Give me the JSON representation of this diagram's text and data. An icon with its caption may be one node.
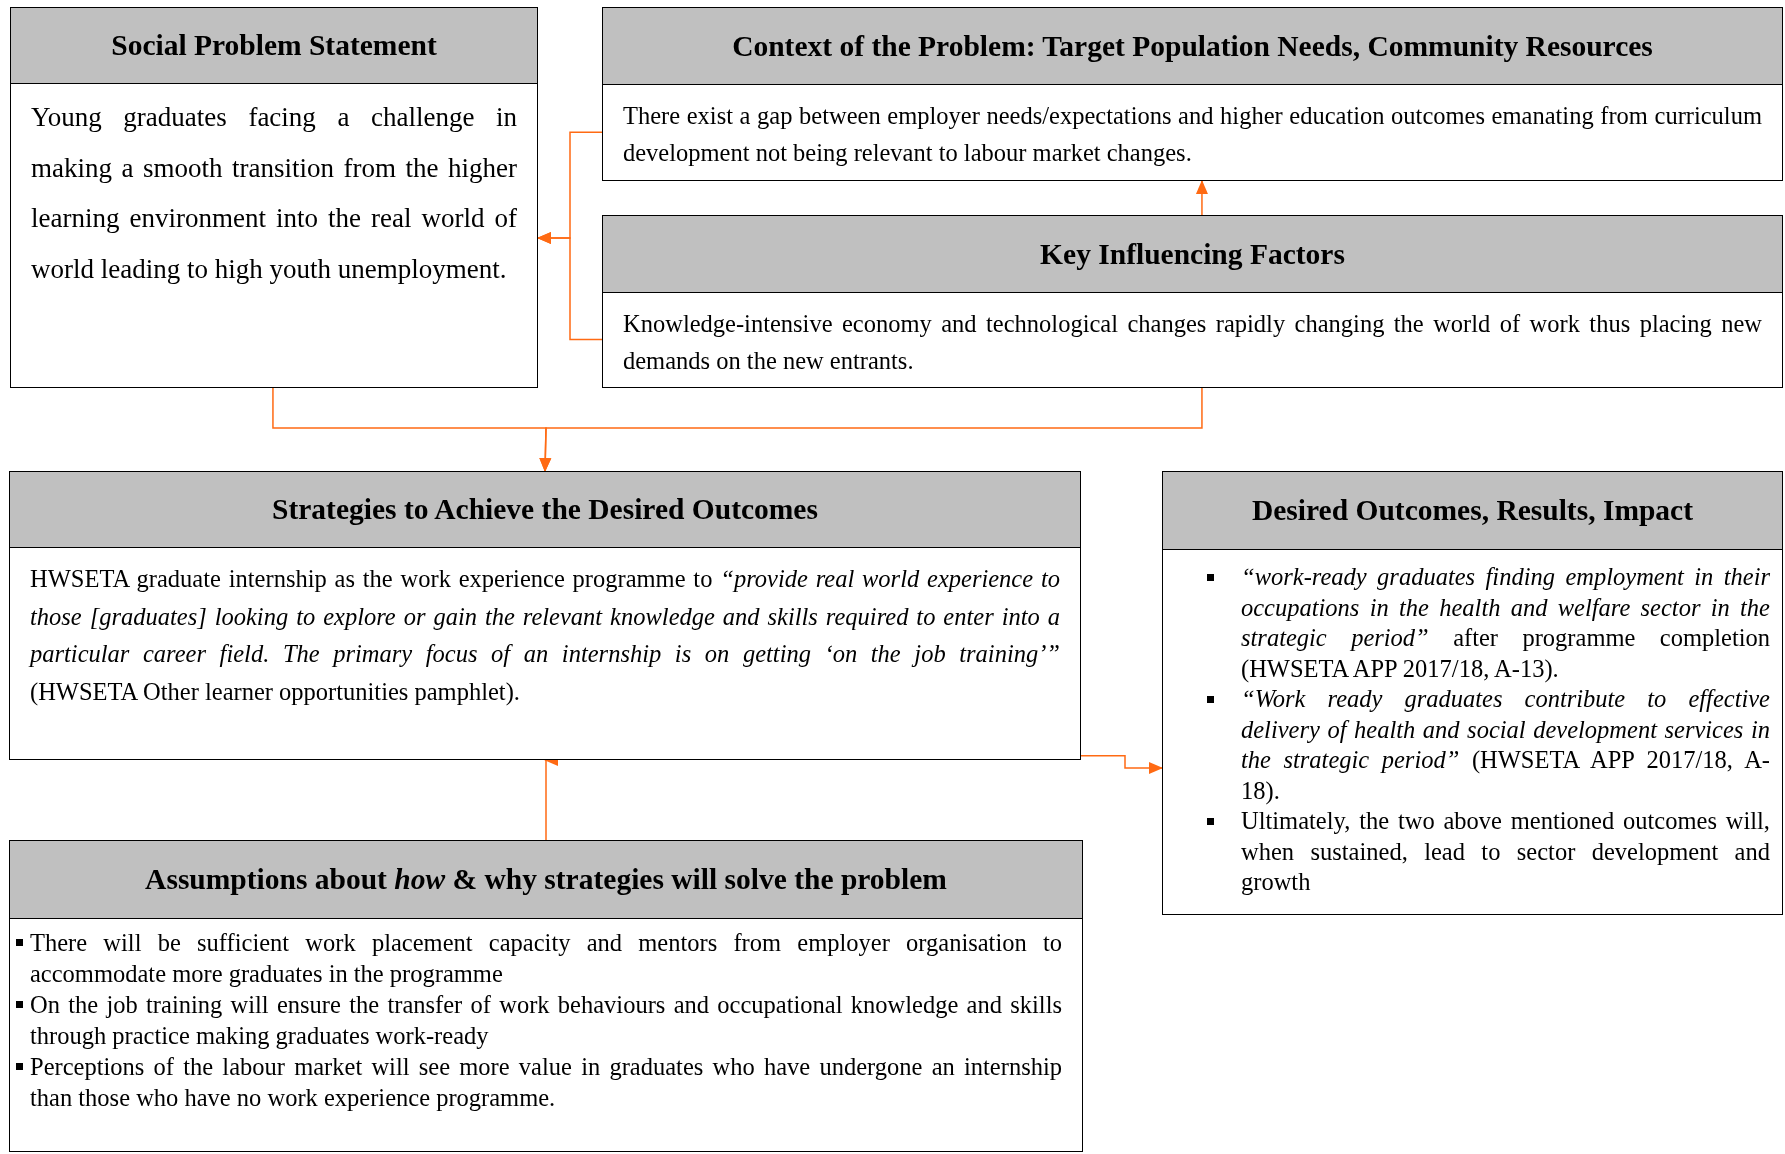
{
  "diagram": {
    "nodes": [
      {
        "text": [
          "Social Problem Statement",
          "Young graduates facing a challenge in making a smooth transition from the higher learning environment into the real world of world leading to high youth unemployment."
        ]
      },
      {
        "text": [
          "Context of the Problem: Target Population Needs, Community Resources",
          "There exist a gap between employer needs/expectations and higher education outcomes emanating from curriculum development not being relevant to labour market changes."
        ]
      },
      {
        "text": [
          "Key Influencing Factors",
          "Knowledge-intensive economy and technological changes rapidly changing the world of work thus placing new demands on the new entrants."
        ]
      },
      {
        "text": [
          "Strategies to Achieve the Desired Outcomes",
          "HWSETA graduate internship as the work experience programme to *“provide real world experience to those [graduates] looking to explore or gain the relevant knowledge and skills required to enter into a particular career field. The primary focus of an internship is on getting ‘on the job training’”* (HWSETA Other learner opportunities pamphlet)."
        ]
      },
      {
        "text": [
          "Desired Outcomes, Results, Impact",
          "*“work-ready graduates finding employment in their occupations in the health and welfare sector in the strategic period”* after programme completion (HWSETA APP 2017/18, A-13).",
          "*“Work ready graduates contribute to effective delivery of health and social development services in the strategic period”* (HWSETA APP 2017/18, A-18).",
          "Ultimately, the two above mentioned outcomes will, when sustained, lead to sector development and growth"
        ]
      },
      {
        "text": [
          "Assumptions about *how* & why strategies will solve the problem",
          "There will be sufficient work placement capacity and mentors from employer organisation to accommodate more graduates in the programme",
          "On the job training will ensure the transfer of work behaviours and occupational knowledge and skills through practice making graduates work-ready",
          "Perceptions of the labour market will see more value in graduates who have undergone an internship than those who have no work experience programme."
        ]
      }
    ],
    "edges": [
      {
        "from": 1,
        "to": 0,
        "arrow": "to"
      },
      {
        "from": 2,
        "to": 0,
        "arrow": "to"
      },
      {
        "from": 2,
        "to": 1,
        "arrow": "to"
      },
      {
        "from": 0,
        "to": 3,
        "arrow": "to"
      },
      {
        "from": 2,
        "to": 3,
        "arrow": "to"
      },
      {
        "from": 5,
        "to": 3,
        "arrow": "to"
      },
      {
        "from": 3,
        "to": 4,
        "arrow": "to"
      }
    ]
  }
}
